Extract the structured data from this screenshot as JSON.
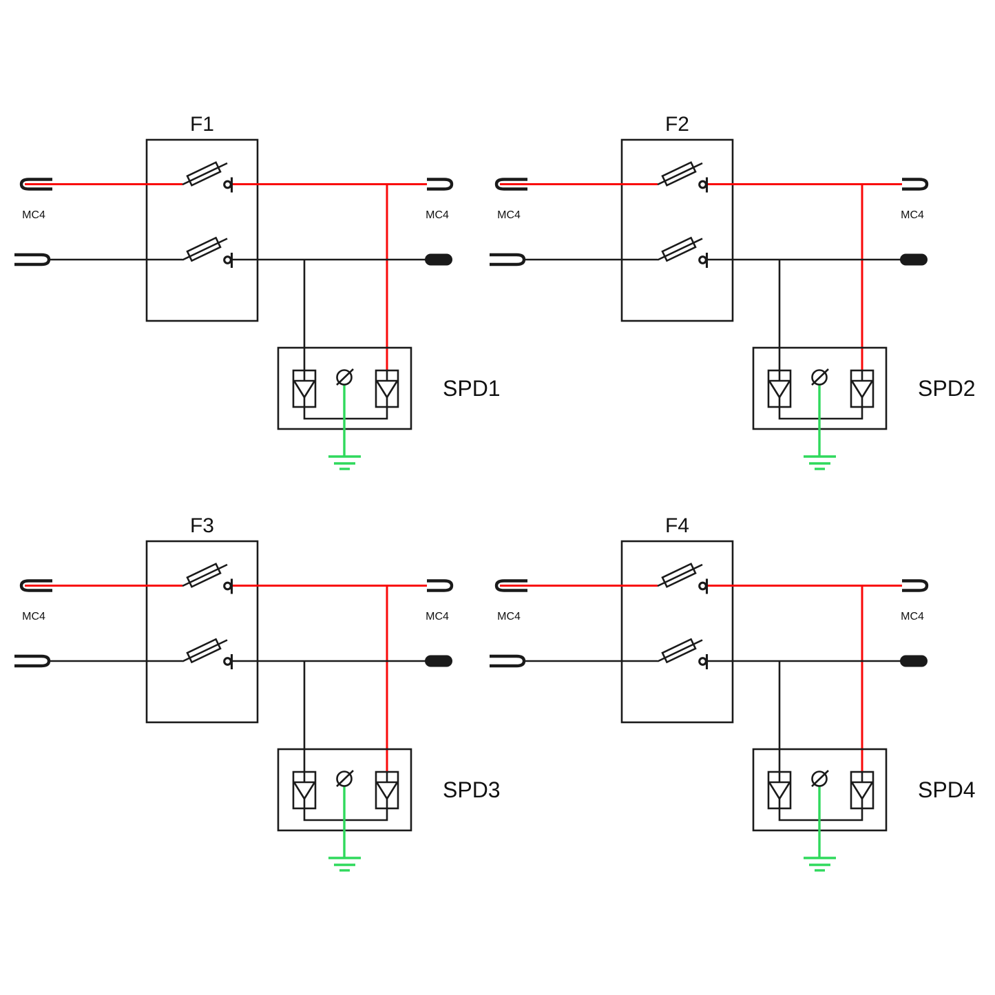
{
  "page": {
    "kind": "electrical-schematic",
    "background": "#ffffff"
  },
  "colors": {
    "positive_wire": "#f90808",
    "negative_wire": "#1a1a1a",
    "ground_wire": "#2fd95c",
    "text": "#111111"
  },
  "blocks": [
    {
      "fuse_label": "F1",
      "spd_label": "SPD1",
      "mc4_left_label": "MC4",
      "mc4_right_label": "MC4",
      "components": [
        "fuse-switch-positive",
        "fuse-switch-negative",
        "surge-protection-device",
        "ground"
      ]
    },
    {
      "fuse_label": "F2",
      "spd_label": "SPD2",
      "mc4_left_label": "MC4",
      "mc4_right_label": "MC4",
      "components": [
        "fuse-switch-positive",
        "fuse-switch-negative",
        "surge-protection-device",
        "ground"
      ]
    },
    {
      "fuse_label": "F3",
      "spd_label": "SPD3",
      "mc4_left_label": "MC4",
      "mc4_right_label": "MC4",
      "components": [
        "fuse-switch-positive",
        "fuse-switch-negative",
        "surge-protection-device",
        "ground"
      ]
    },
    {
      "fuse_label": "F4",
      "spd_label": "SPD4",
      "mc4_left_label": "MC4",
      "mc4_right_label": "MC4",
      "components": [
        "fuse-switch-positive",
        "fuse-switch-negative",
        "surge-protection-device",
        "ground"
      ]
    }
  ]
}
